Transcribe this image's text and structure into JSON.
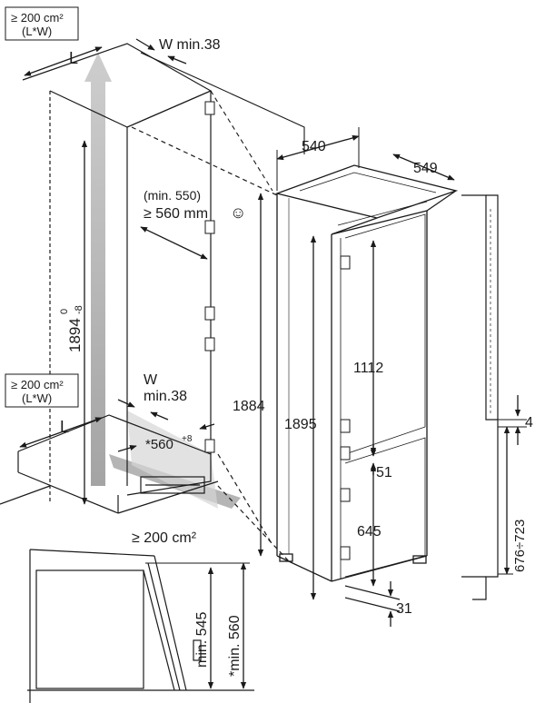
{
  "labels": {
    "area_box_top_line1": "≥ 200 cm²",
    "area_box_top_line2": "(L*W)",
    "area_box_mid_line1": "≥ 200 cm²",
    "area_box_mid_line2": "(L*W)",
    "bottom_vent_area": "≥ 200 cm²",
    "L_top": "L",
    "L_bottom": "L",
    "W_top": "W min.38",
    "W_mid_line1": "W",
    "W_mid_line2": "min.38",
    "niche_depth_min": "(min. 550)",
    "niche_depth_recommended": "≥ 560 mm",
    "smiley": "☺",
    "niche_height": "1894",
    "niche_height_tol_upper": "0",
    "niche_height_tol_lower": "-8",
    "niche_width": "*560",
    "niche_width_tol": "+8",
    "appliance_depth": "540",
    "appliance_width": "549",
    "appliance_height_side": "1884",
    "appliance_height_front": "1895",
    "fridge_door_height": "1112",
    "freezer_door_height": "645",
    "door_gap": "51",
    "bottom_gap": "31",
    "door_panel_gap": "4",
    "door_panel_height": "676÷723",
    "section_min_545": "min. 545",
    "section_min_560": "*min. 560"
  },
  "colors": {
    "line": "#1a1a1a",
    "airflow_arrow": "#a0a0a0",
    "background": "#ffffff"
  }
}
